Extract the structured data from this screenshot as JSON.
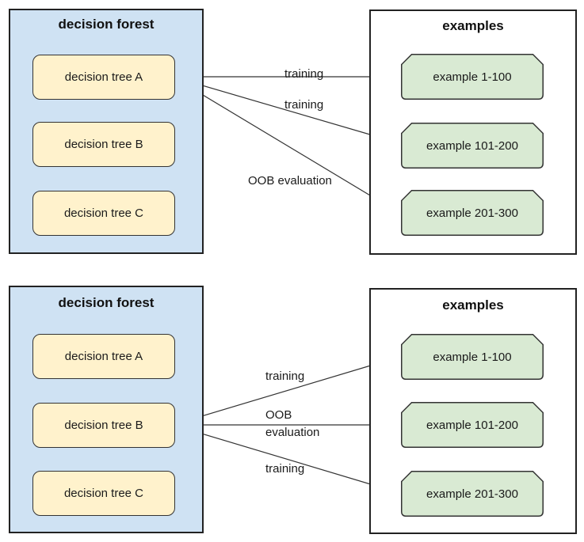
{
  "diagram": {
    "panels": [
      {
        "forest": {
          "title": "decision forest",
          "trees": [
            "decision tree A",
            "decision tree B",
            "decision tree C"
          ]
        },
        "examples": {
          "title": "examples",
          "items": [
            "example 1-100",
            "example 101-200",
            "example 201-300"
          ]
        },
        "arrows": [
          {
            "from": "decision tree A",
            "to": "example 1-100",
            "label": "training"
          },
          {
            "from": "decision tree A",
            "to": "example 101-200",
            "label": "training"
          },
          {
            "from": "decision tree A",
            "to": "example 201-300",
            "label": "OOB evaluation"
          }
        ]
      },
      {
        "forest": {
          "title": "decision forest",
          "trees": [
            "decision tree A",
            "decision tree B",
            "decision tree C"
          ]
        },
        "examples": {
          "title": "examples",
          "items": [
            "example 1-100",
            "example 101-200",
            "example 201-300"
          ]
        },
        "arrows": [
          {
            "from": "decision tree B",
            "to": "example 1-100",
            "label": "training"
          },
          {
            "from": "decision tree B",
            "to": "example 101-200",
            "label": "OOB\nevaluation"
          },
          {
            "from": "decision tree B",
            "to": "example 201-300",
            "label": "training"
          }
        ]
      }
    ],
    "colors": {
      "forest_fill": "#cfe2f3",
      "node_fill": "#fff2cc",
      "example_fill": "#d9ead3",
      "border": "#333333",
      "line": "#333333",
      "text": "#1a1a1a"
    }
  }
}
